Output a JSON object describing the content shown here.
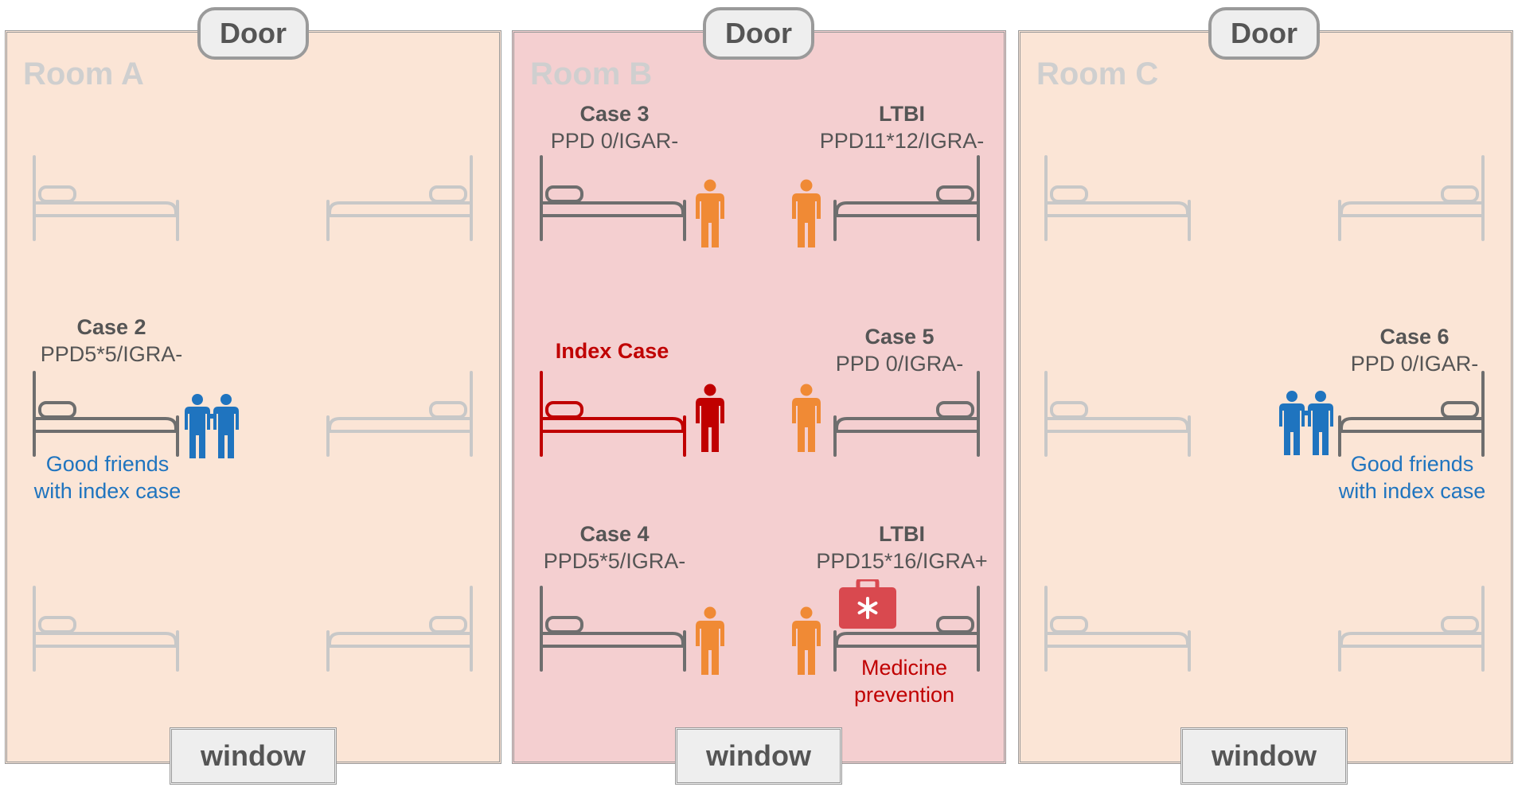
{
  "rooms": [
    {
      "title": "Room A",
      "door": "Door",
      "window": "window",
      "bg": "#fbe5d6"
    },
    {
      "title": "Room B",
      "door": "Door",
      "window": "window",
      "bg": "#f4cfd0"
    },
    {
      "title": "Room C",
      "door": "Door",
      "window": "window",
      "bg": "#fbe5d6"
    }
  ],
  "roomB": {
    "case3": {
      "name": "Case 3",
      "test": "PPD 0/IGAR-"
    },
    "ltbi_top": {
      "name": "LTBI",
      "test": "PPD11*12/IGRA-"
    },
    "index": {
      "name": "Index Case"
    },
    "case5": {
      "name": "Case 5",
      "test": "PPD 0/IGRA-"
    },
    "case4": {
      "name": "Case 4",
      "test": "PPD5*5/IGRA-"
    },
    "ltbi_bottom": {
      "name": "LTBI",
      "test": "PPD15*16/IGRA+"
    },
    "medicine": {
      "line1": "Medicine",
      "line2": "prevention"
    }
  },
  "roomA": {
    "case2": {
      "name": "Case 2",
      "test": "PPD5*5/IGRA-"
    },
    "friends": {
      "line1": "Good friends",
      "line2": "with index case"
    }
  },
  "roomC": {
    "case6": {
      "name": "Case 6",
      "test": "PPD 0/IGAR-"
    },
    "friends": {
      "line1": "Good friends",
      "line2": "with index case"
    }
  },
  "colors": {
    "orange_person": "#f08a35",
    "index_red": "#c00000",
    "friends_blue": "#1f74bf"
  },
  "icons": [
    "bed-icon",
    "person-icon",
    "two-people-icon",
    "first-aid-kit-icon"
  ]
}
